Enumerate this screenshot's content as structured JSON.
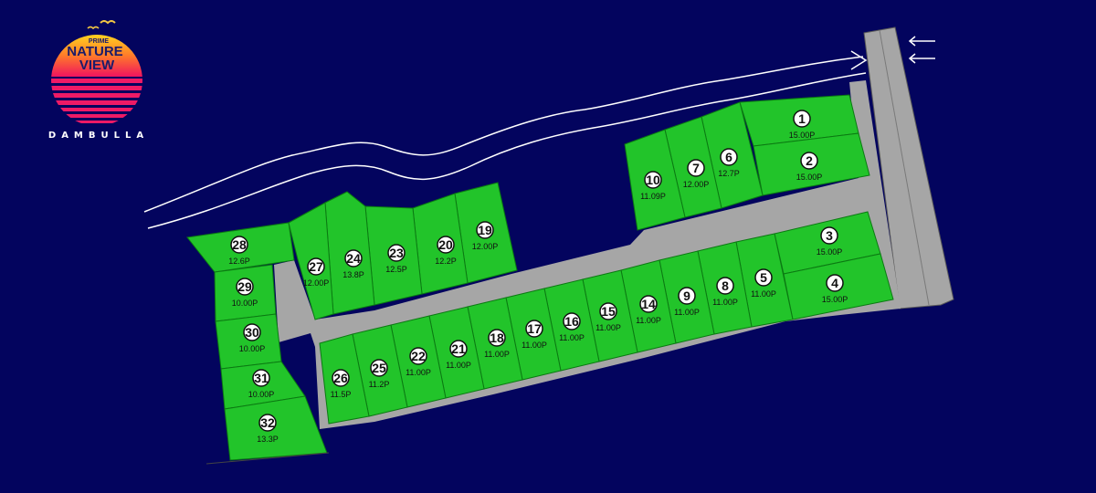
{
  "brand": {
    "logo_top": "PRIME",
    "logo_line1": "NATURE",
    "logo_line2": "VIEW",
    "location": "DAMBULLA"
  },
  "colors": {
    "background": "#03045e",
    "plot_fill": "#22c42a",
    "plot_border": "#0b7a12",
    "road": "#a6a6a6",
    "river_line": "#ffffff",
    "logo_sun_top": "#ffd21f",
    "logo_sun_bottom": "#f0135f"
  },
  "icons": {
    "entrance": "double-arrow-left-icon",
    "logo": "sunset-logo-icon"
  },
  "plots": [
    {
      "num": "1",
      "area": "15.00P"
    },
    {
      "num": "2",
      "area": "15.00P"
    },
    {
      "num": "3",
      "area": "15.00P"
    },
    {
      "num": "4",
      "area": "15.00P"
    },
    {
      "num": "5",
      "area": "11.00P"
    },
    {
      "num": "6",
      "area": "12.7P"
    },
    {
      "num": "7",
      "area": "12.00P"
    },
    {
      "num": "8",
      "area": "11.00P"
    },
    {
      "num": "9",
      "area": "11.00P"
    },
    {
      "num": "10",
      "area": "11.09P"
    },
    {
      "num": "14",
      "area": "11.00P"
    },
    {
      "num": "15",
      "area": "11.00P"
    },
    {
      "num": "16",
      "area": "11.00P"
    },
    {
      "num": "17",
      "area": "11.00P"
    },
    {
      "num": "18",
      "area": "11.00P"
    },
    {
      "num": "19",
      "area": "12.00P"
    },
    {
      "num": "20",
      "area": "12.2P"
    },
    {
      "num": "21",
      "area": "11.00P"
    },
    {
      "num": "22",
      "area": "11.00P"
    },
    {
      "num": "23",
      "area": "12.5P"
    },
    {
      "num": "24",
      "area": "13.8P"
    },
    {
      "num": "25",
      "area": "11.2P"
    },
    {
      "num": "26",
      "area": "11.5P"
    },
    {
      "num": "27",
      "area": "12.00P"
    },
    {
      "num": "28",
      "area": "12.6P"
    },
    {
      "num": "29",
      "area": "10.00P"
    },
    {
      "num": "30",
      "area": "10.00P"
    },
    {
      "num": "31",
      "area": "10.00P"
    },
    {
      "num": "32",
      "area": "13.3P"
    }
  ]
}
